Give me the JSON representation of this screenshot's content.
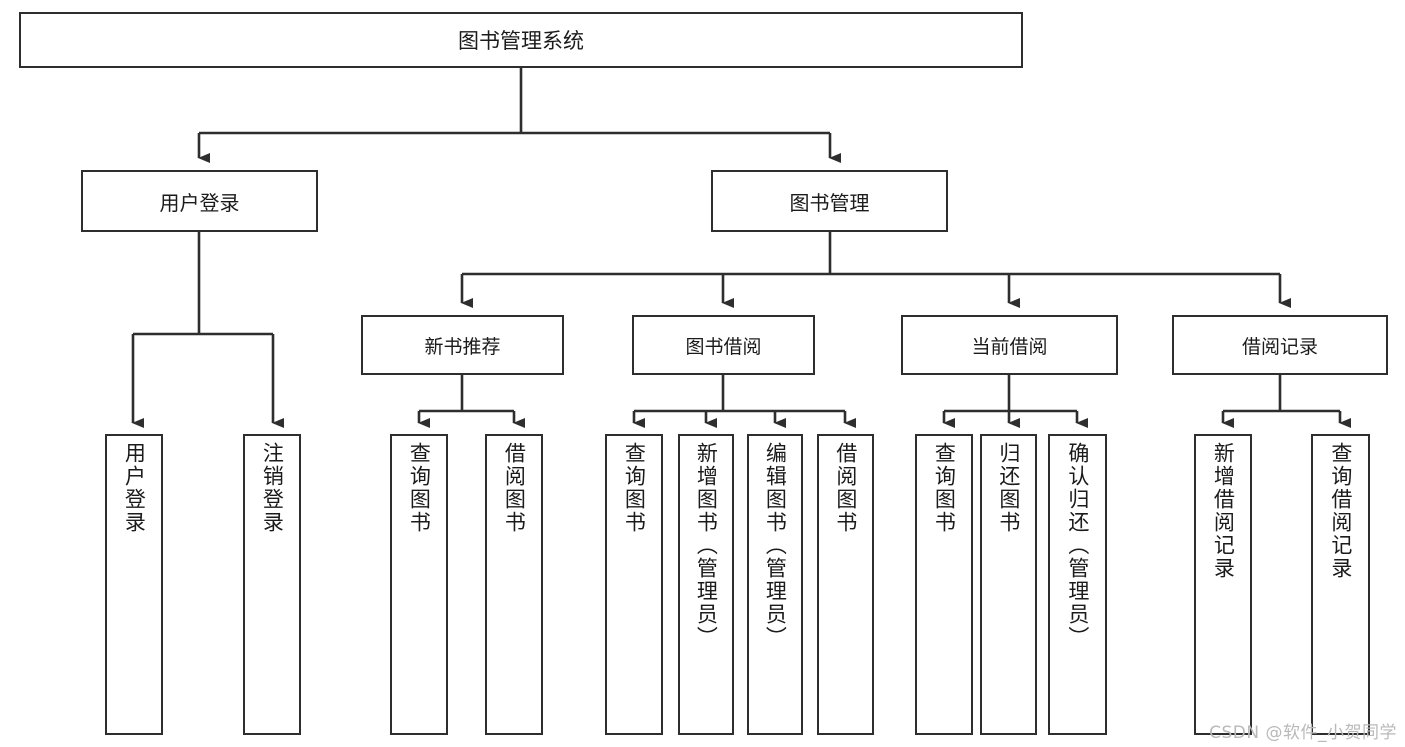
{
  "diagram": {
    "title": "图书管理系统",
    "type": "tree",
    "orientation": "top-down",
    "line_color": "#2e2e2e",
    "box_fill": "#ffffff",
    "text_color": "#1b1b1b",
    "root": {
      "label": "图书管理系统"
    },
    "level2": [
      {
        "label": "用户登录"
      },
      {
        "label": "图书管理"
      }
    ],
    "level3": [
      {
        "label": "新书推荐"
      },
      {
        "label": "图书借阅"
      },
      {
        "label": "当前借阅"
      },
      {
        "label": "借阅记录"
      }
    ],
    "leaves": [
      {
        "label": "用户登录",
        "parent": "用户登录"
      },
      {
        "label": "注销登录",
        "parent": "用户登录"
      },
      {
        "label": "查询图书",
        "parent": "新书推荐"
      },
      {
        "label": "借阅图书",
        "parent": "新书推荐"
      },
      {
        "label": "查询图书",
        "parent": "图书借阅"
      },
      {
        "label": "新增图书（管理员）",
        "parent": "图书借阅"
      },
      {
        "label": "编辑图书（管理员）",
        "parent": "图书借阅"
      },
      {
        "label": "借阅图书",
        "parent": "图书借阅"
      },
      {
        "label": "查询图书",
        "parent": "当前借阅"
      },
      {
        "label": "归还图书",
        "parent": "当前借阅"
      },
      {
        "label": "确认归还（管理员）",
        "parent": "当前借阅"
      },
      {
        "label": "新增借阅记录",
        "parent": "借阅记录"
      },
      {
        "label": "查询借阅记录",
        "parent": "借阅记录"
      }
    ]
  },
  "watermark": {
    "text": "CSDN @软件_小贺同学",
    "color": "#b9b9b9"
  }
}
